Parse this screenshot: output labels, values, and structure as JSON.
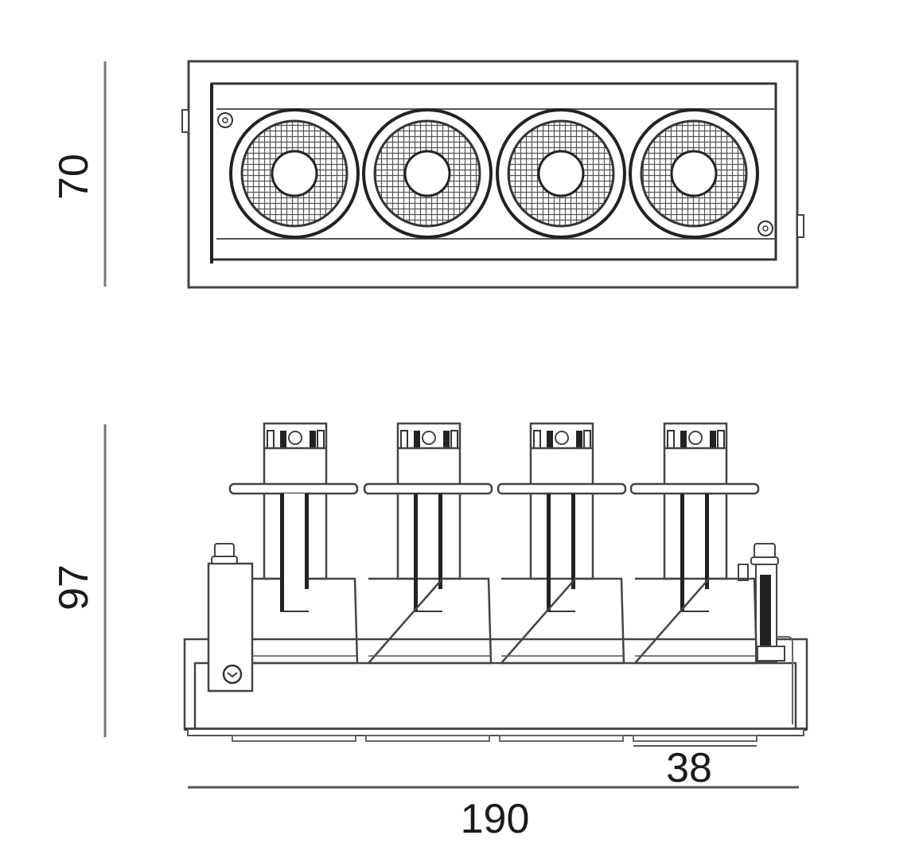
{
  "diagram": {
    "type": "technical-drawing",
    "subject": "4-head recessed LED grille downlight",
    "views": [
      {
        "name": "top-view",
        "spot_count": 4
      },
      {
        "name": "side-view",
        "spot_count": 4
      }
    ]
  },
  "dimensions": {
    "top_height": "70",
    "side_height": "97",
    "module_width": "38",
    "total_width": "190"
  },
  "colors": {
    "line": "#2a2a2a",
    "light_line": "#7a7a7a",
    "background": "#ffffff"
  }
}
